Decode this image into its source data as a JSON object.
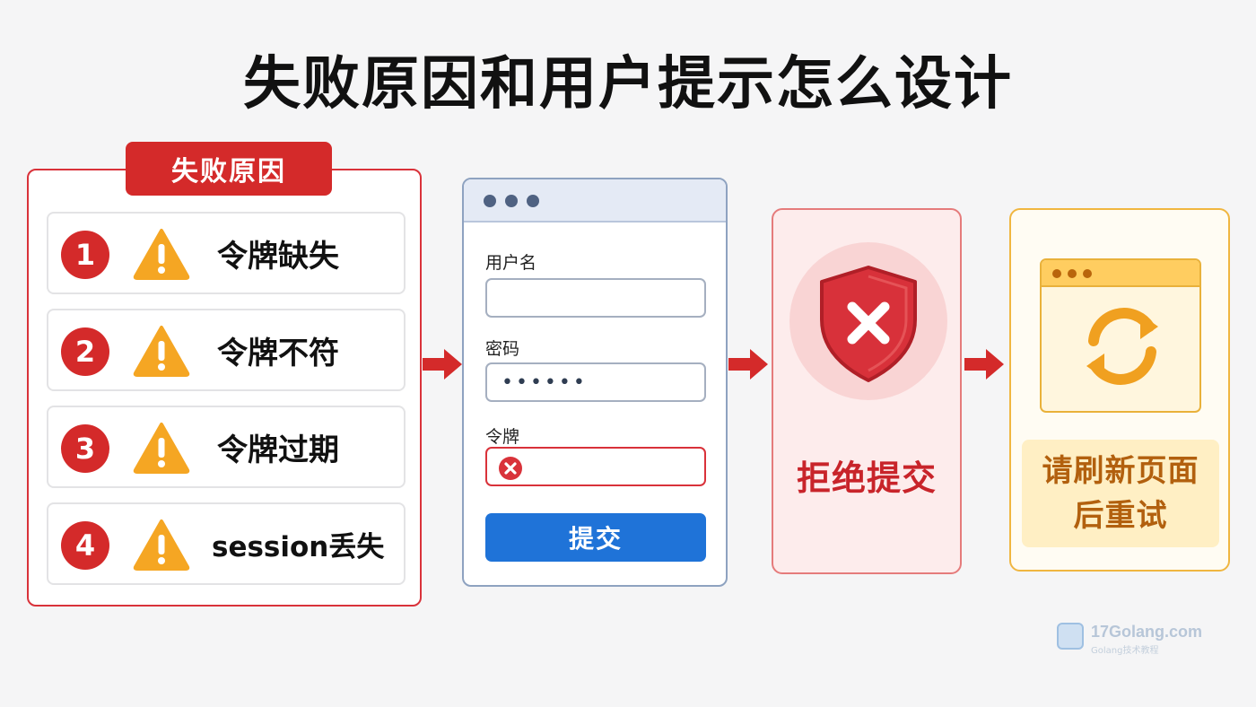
{
  "title": "失败原因和用户提示怎么设计",
  "reasons": {
    "header": "失败原因",
    "items": [
      {
        "number": "1",
        "label": "令牌缺失"
      },
      {
        "number": "2",
        "label": "令牌不符"
      },
      {
        "number": "3",
        "label": "令牌过期"
      },
      {
        "number": "4",
        "label": "session丢失"
      }
    ]
  },
  "form": {
    "username_label": "用户名",
    "password_label": "密码",
    "password_mask": "••••••",
    "token_label": "令牌",
    "submit_label": "提交"
  },
  "reject": {
    "label": "拒绝提交"
  },
  "refresh": {
    "message": "请刷新页面后重试"
  },
  "watermark": {
    "text": "17Golang.com",
    "sub": "Golang技术教程"
  },
  "colors": {
    "danger": "#d42a2a",
    "warning": "#f5a623",
    "primary": "#1f73d8",
    "orange": "#f0a020"
  }
}
